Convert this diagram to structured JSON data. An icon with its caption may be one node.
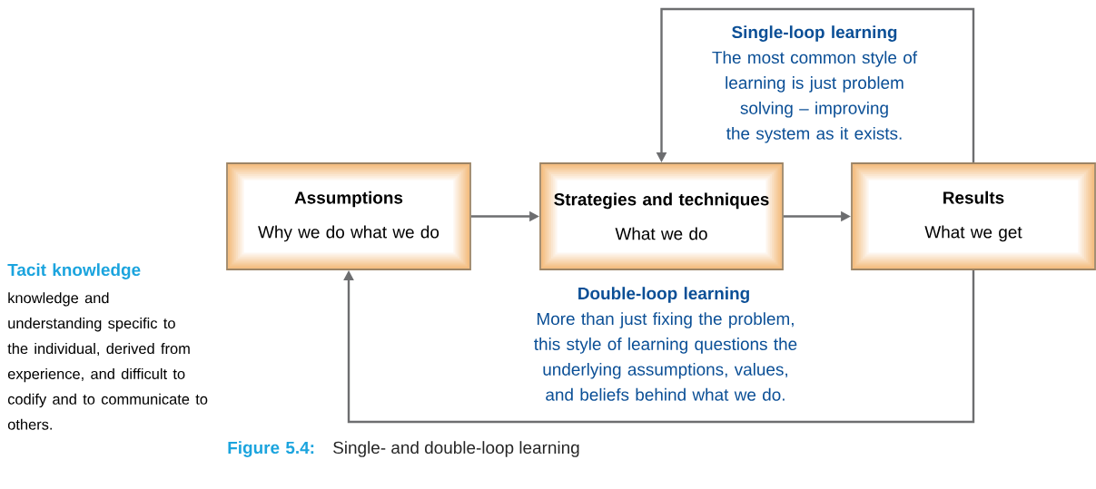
{
  "diagram": {
    "caption": "Single- and double-loop learning",
    "nodes": [
      {
        "text": [
          "Assumptions",
          "Why we do what we do"
        ]
      },
      {
        "text": [
          "Strategies and techniques",
          "What we do"
        ]
      },
      {
        "text": [
          "Results",
          "What we get"
        ]
      }
    ],
    "edges": [
      {
        "from": 0,
        "to": 1,
        "arrow": "to"
      },
      {
        "from": 1,
        "to": 2,
        "arrow": "to"
      },
      {
        "from": 2,
        "to": 1,
        "arrow": "to"
      },
      {
        "from": 2,
        "to": 0,
        "arrow": "to"
      }
    ],
    "labels": [
      "Single-loop learning",
      "The most common style of learning is just problem solving – improving the system as it exists.",
      "Tacit knowledge",
      "knowledge and understanding specific to the individual, derived from experience, and difficult to codify and to communicate to others.",
      "Double-loop learning",
      "More than just fixing the problem, this style of learning questions the underlying assumptions, values, and beliefs behind what we do.",
      "Figure 5.4:"
    ]
  }
}
